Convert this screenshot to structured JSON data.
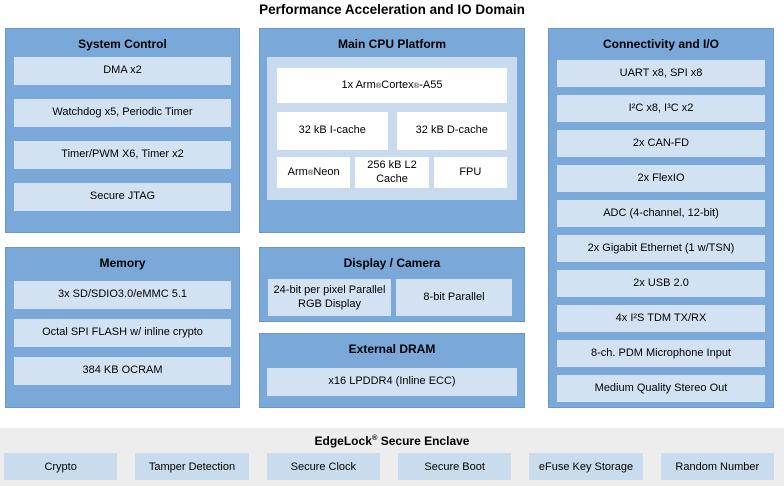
{
  "title": "Performance Acceleration and IO Domain",
  "colors": {
    "container_blue": "#79A8D9",
    "item_blue": "#D3E2F2",
    "cpu_inner_blue": "#C7DAEE",
    "white_box": "#FFFFFF",
    "enclave_gray": "#EDEDED",
    "enclave_item_blue": "#C9DCEE",
    "text": "#000000"
  },
  "sections": {
    "system_control": {
      "title": "System Control",
      "items": [
        "DMA x2",
        "Watchdog x5, Periodic Timer",
        "Timer/PWM X6, Timer x2",
        "Secure JTAG"
      ]
    },
    "memory": {
      "title": "Memory",
      "items": [
        "3x SD/SDIO3.0/eMMC 5.1",
        "Octal SPI FLASH w/ inline crypto",
        "384 KB OCRAM"
      ]
    },
    "main_cpu": {
      "title": "Main CPU Platform",
      "core": "1x Arm® Cortex®-A55",
      "caches": [
        "32 kB I-cache",
        "32 kB D-cache"
      ],
      "units": [
        "Arm® Neon",
        "256 kB L2 Cache",
        "FPU"
      ]
    },
    "display_camera": {
      "title": "Display / Camera",
      "items": [
        "24-bit per pixel Parallel RGB Display",
        "8-bit Parallel"
      ]
    },
    "external_dram": {
      "title": "External DRAM",
      "items": [
        "x16 LPDDR4 (Inline ECC)"
      ]
    },
    "connectivity": {
      "title": "Connectivity and I/O",
      "items": [
        "UART x8, SPI x8",
        "I²C x8, I³C x2",
        "2x CAN-FD",
        "2x FlexIO",
        "ADC (4-channel, 12-bit)",
        "2x Gigabit Ethernet (1 w/TSN)",
        "2x USB 2.0",
        "4x I²S TDM TX/RX",
        "8-ch. PDM Microphone Input",
        "Medium Quality Stereo Out"
      ]
    },
    "secure_enclave": {
      "title": "EdgeLock® Secure Enclave",
      "items": [
        "Crypto",
        "Tamper Detection",
        "Secure Clock",
        "Secure Boot",
        "eFuse Key Storage",
        "Random Number"
      ]
    }
  }
}
